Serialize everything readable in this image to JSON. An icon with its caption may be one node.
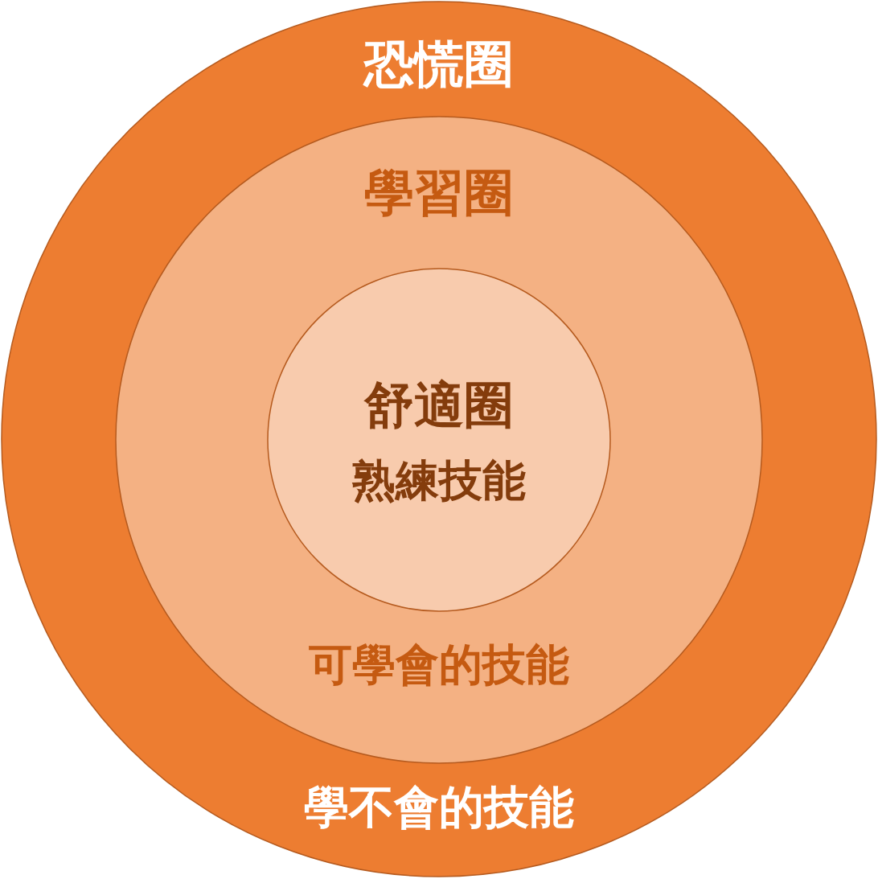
{
  "diagram": {
    "nodes": [
      {
        "text": [
          "恐慌圈",
          "學不會的技能"
        ]
      },
      {
        "text": [
          "學習圈",
          "可學會的技能"
        ],
        "in": 0
      },
      {
        "text": [
          "舒適圈",
          "熟練技能"
        ],
        "in": 1
      }
    ]
  }
}
